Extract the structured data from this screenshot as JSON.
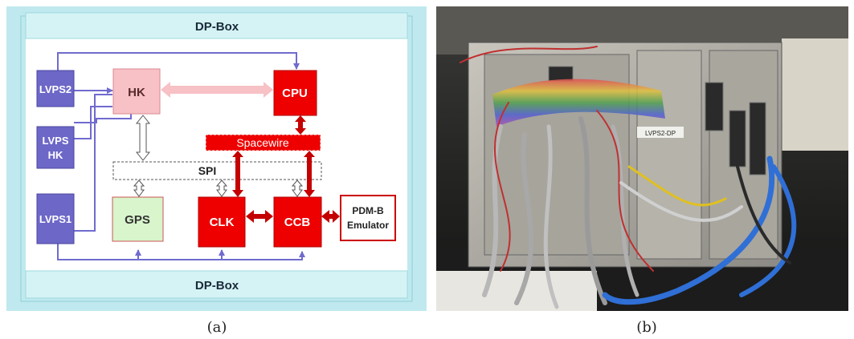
{
  "figure": {
    "panel_a": {
      "caption": "(a)",
      "top_bar": "DP-Box",
      "bottom_bar": "DP-Box",
      "blocks": {
        "lvps2": "LVPS2",
        "lvps_hk_line1": "LVPS",
        "lvps_hk_line2": "HK",
        "lvps1": "LVPS1",
        "hk": "HK",
        "cpu": "CPU",
        "gps": "GPS",
        "clk": "CLK",
        "ccb": "CCB",
        "pdm_line1": "PDM-B",
        "pdm_line2": "Emulator"
      },
      "buses": {
        "spacewire": "Spacewire",
        "spi": "SPI"
      }
    },
    "panel_b": {
      "caption": "(b)",
      "photo_label": "LVPS2-DP"
    }
  },
  "colors": {
    "bar_cyan": "#cdeff2",
    "lvps_purple": "#6d67c8",
    "red_block": "#ee0000",
    "hk_pink": "#f7c1c5",
    "gps_green": "#d8f5cc",
    "line_purple": "#6f6bcf"
  }
}
